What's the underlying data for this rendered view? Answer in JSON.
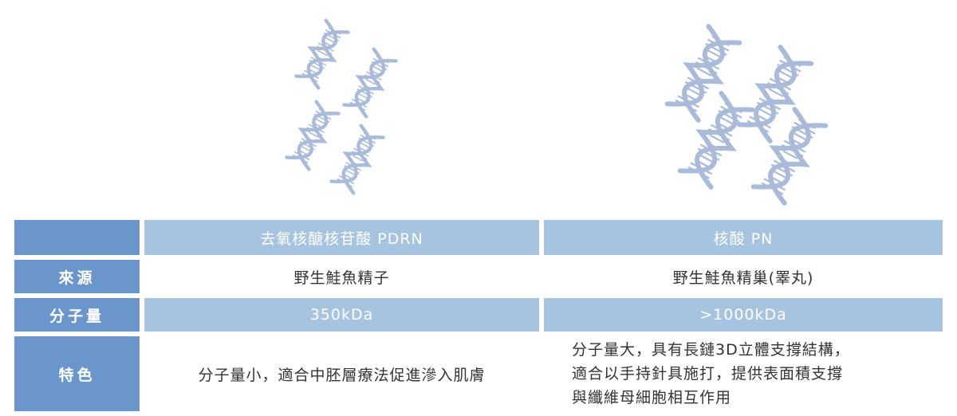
{
  "table": {
    "columns": [
      "",
      "去氧核醣核苷酸 PDRN",
      "核酸 PN"
    ],
    "rows": [
      {
        "label": "來源",
        "pdrn": "野生鮭魚精子",
        "pn": "野生鮭魚精巢(睪丸)"
      },
      {
        "label": "分子量",
        "pdrn": "350kDa",
        "pn": ">1000kDa"
      },
      {
        "label": "特色",
        "pdrn": "分子量小，適合中胚層療法促進滲入肌膚",
        "pn_lines": [
          "分子量大，具有長鏈3D立體支撐結構，",
          "適合以手持針具施打，提供表面積支撐",
          "與纖維母細胞相互作用"
        ]
      }
    ]
  },
  "colors": {
    "header": "#6b96cc",
    "band": "#a6c3df",
    "dna": "#a9bbd9"
  },
  "illustration": {
    "left_icon": "dna-icon",
    "right_icon": "dna-icon"
  }
}
